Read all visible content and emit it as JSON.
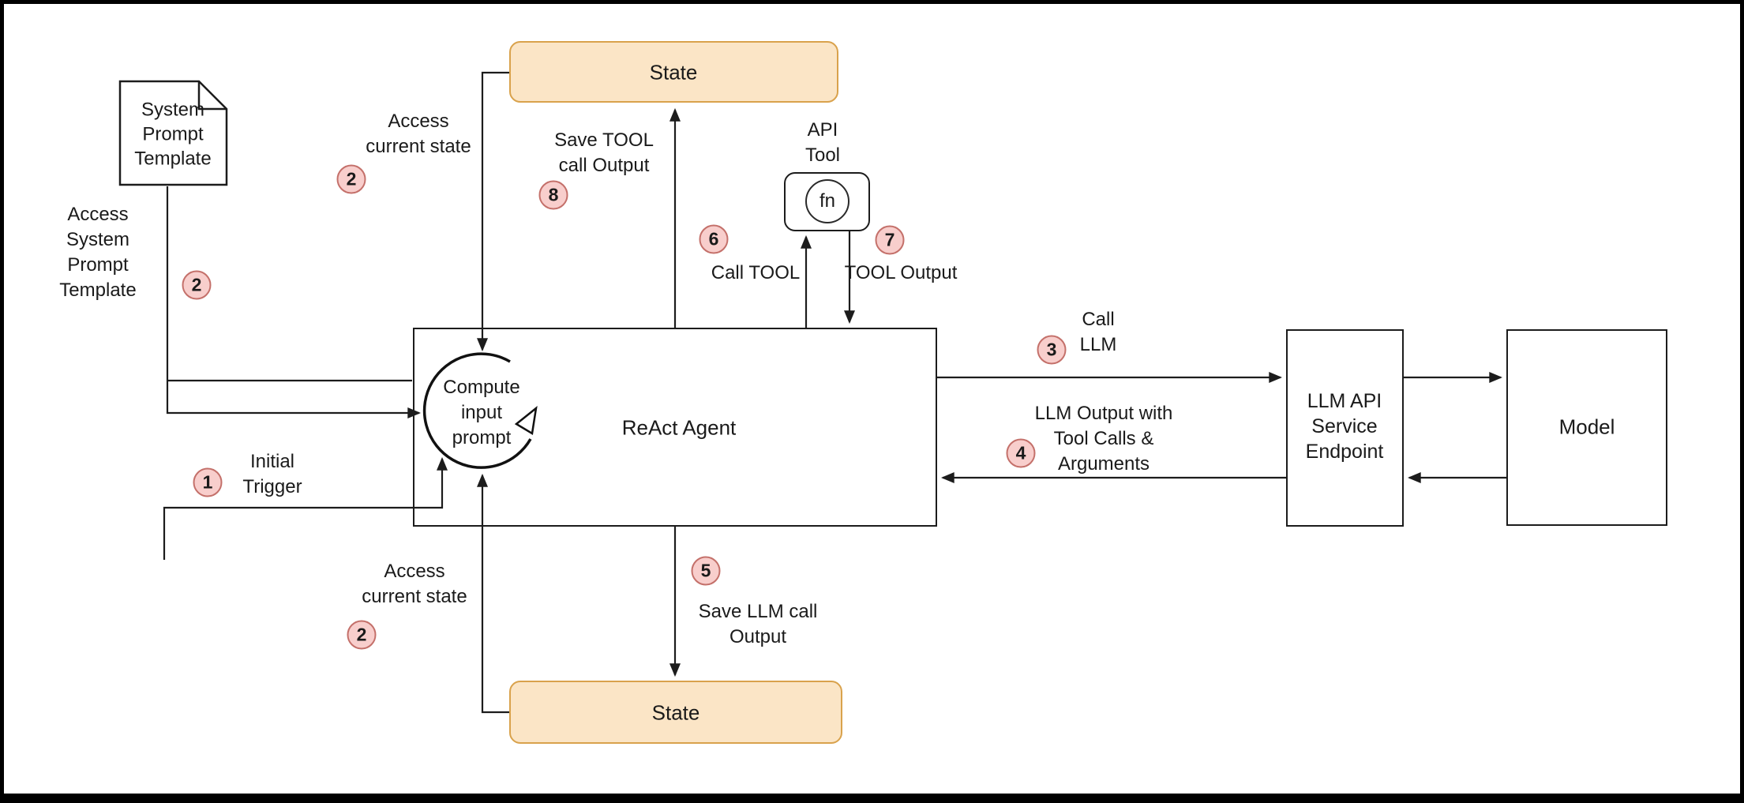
{
  "nodes": {
    "system_prompt_template": {
      "label": "System\nPrompt\nTemplate"
    },
    "state_top": {
      "label": "State"
    },
    "state_bottom": {
      "label": "State"
    },
    "react_agent": {
      "label": "ReAct Agent"
    },
    "compute_loop": {
      "label": "Compute\ninput\nprompt"
    },
    "api_tool": {
      "label": "API\nTool",
      "fn_label": "fn"
    },
    "llm_api_endpoint": {
      "label": "LLM API\nService\nEndpoint"
    },
    "model": {
      "label": "Model"
    }
  },
  "edges": {
    "initial_trigger": {
      "step": "1",
      "label": "Initial\nTrigger"
    },
    "access_system_prompt": {
      "step": "2",
      "label": "Access\nSystem\nPrompt\nTemplate"
    },
    "access_state_top": {
      "step": "2",
      "label": "Access\ncurrent state"
    },
    "access_state_bottom": {
      "step": "2",
      "label": "Access\ncurrent state"
    },
    "call_llm": {
      "step": "3",
      "label": "Call\nLLM"
    },
    "llm_output": {
      "step": "4",
      "label": "LLM Output with\nTool Calls &\nArguments"
    },
    "save_llm_output": {
      "step": "5",
      "label": "Save LLM call\nOutput"
    },
    "call_tool": {
      "step": "6",
      "label": "Call TOOL"
    },
    "tool_output": {
      "step": "7",
      "label": "TOOL Output"
    },
    "save_tool_output": {
      "step": "8",
      "label": "Save TOOL\ncall Output"
    }
  },
  "colors": {
    "state_fill": "#fbe5c6",
    "state_stroke": "#d9a24c",
    "badge_fill": "#f8cecc",
    "badge_stroke": "#c4706a",
    "line": "#1c1c1c",
    "background": "#ffffff",
    "frame": "#000000"
  }
}
